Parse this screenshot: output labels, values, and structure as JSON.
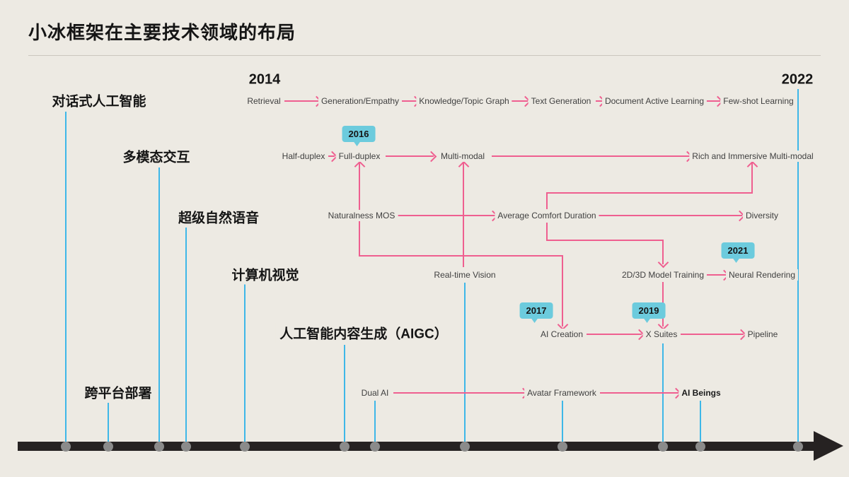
{
  "title": "小冰框架在主要技术领域的布局",
  "timeline": {
    "start_year": "2014",
    "end_year": "2022"
  },
  "categories": [
    "对话式人工智能",
    "多模态交互",
    "超级自然语音",
    "计算机视觉",
    "人工智能内容生成（AIGC）",
    "跨平台部署"
  ],
  "tech": {
    "conversational": [
      "Retrieval",
      "Generation/Empathy",
      "Knowledge/Topic Graph",
      "Text Generation",
      "Document Active Learning",
      "Few-shot Learning"
    ],
    "multimodal": [
      "Half-duplex",
      "Full-duplex",
      "Multi-modal",
      "Rich and Immersive Multi-modal"
    ],
    "voice": [
      "Naturalness MOS",
      "Average Comfort Duration",
      "Diversity"
    ],
    "vision": [
      "Real-time Vision",
      "2D/3D Model Training",
      "Neural Rendering"
    ],
    "aigc": [
      "AI Creation",
      "X Suites",
      "Pipeline"
    ],
    "deployment": [
      "Dual AI",
      "Avatar Framework",
      "AI Beings"
    ]
  },
  "year_badges": {
    "full_duplex": "2016",
    "ai_creation": "2017",
    "x_suites": "2019",
    "neural_rendering": "2021"
  },
  "colors": {
    "background": "#EDEAE3",
    "pink_connector": "#EF5F90",
    "cyan_line": "#3EB7E8",
    "badge_fill": "#6CCBDD",
    "timeline_bar": "#262222",
    "dot": "#8B8B8B",
    "term_text": "#404040",
    "heading_text": "#151515"
  }
}
